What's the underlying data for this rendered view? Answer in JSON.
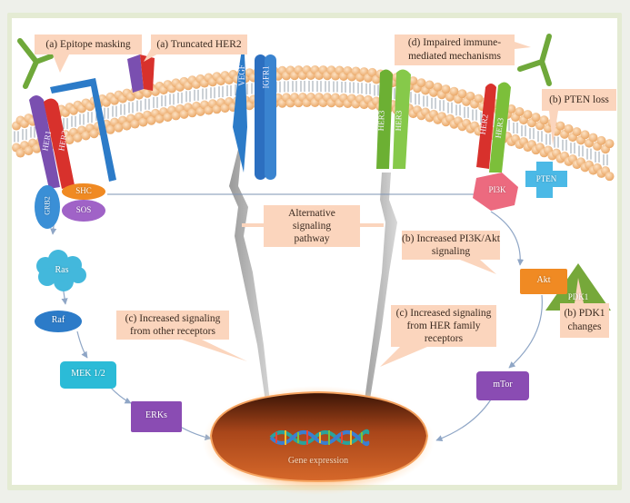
{
  "diagram": {
    "title": "HER2 therapy resistance mechanisms",
    "callouts": {
      "epitope_masking": "(a) Epitope masking",
      "truncated_her2": "(a) Truncated HER2",
      "impaired_immune_line1": "(d) Impaired immune-",
      "impaired_immune_line2": "mediated mechanisms",
      "pten_loss": "(b) PTEN loss",
      "alt_line1": "Alternative",
      "alt_line2": "signaling",
      "alt_line3": "pathway",
      "pi3k_line1": "(b) Increased PI3K/Akt",
      "pi3k_line2": "signaling",
      "other_line1": "(c) Increased signaling",
      "other_line2": "from other receptors",
      "her_line1": "(c) Increased signaling",
      "her_line2": "from HER family",
      "her_line3": "receptors",
      "pdk1_line1": "(b) PDK1",
      "pdk1_line2": "changes"
    },
    "receptors": {
      "her1": "HER1",
      "her2_left": "HER2",
      "vegf": "VEGF",
      "igfr1": "IGFR1",
      "her3_a": "HER3",
      "her3_b": "HER3",
      "her2_right": "HER2",
      "her3_right": "HER3"
    },
    "nodes": {
      "grb2": "GRB2",
      "shc": "SHC",
      "sos": "SOS",
      "ras": "Ras",
      "raf": "Raf",
      "mek": "MEK 1/2",
      "erks": "ERKs",
      "pi3k": "PI3K",
      "pten": "PTEN",
      "pdk1": "PDK1",
      "akt": "Akt",
      "mtor": "mTor",
      "gene_expression": "Gene expression"
    },
    "colors": {
      "callout_fill": "#fbd5bd",
      "membrane_head": "#f6c28f",
      "her1": "#7a4fb0",
      "her2": "#d8312c",
      "her3": "#7cbf3a",
      "blue_receptor": "#2c7bc8",
      "antibody": "#6fa83a",
      "nucleus": "#b9501d"
    }
  }
}
